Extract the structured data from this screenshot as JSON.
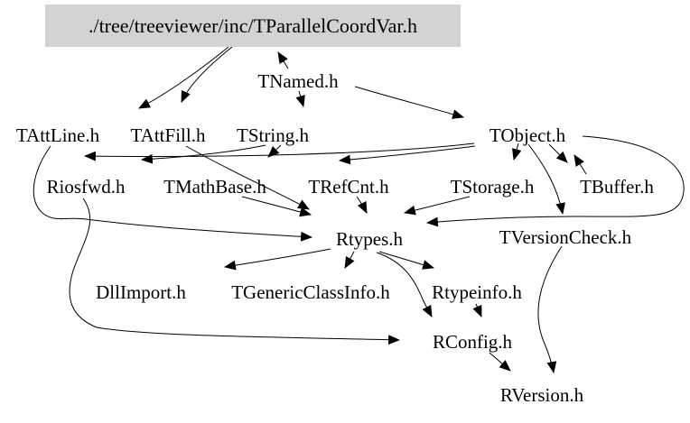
{
  "graph": {
    "type": "include-dependency-graph",
    "root": {
      "label": "./tree/treeviewer/inc/TParallelCoordVar.h",
      "highlight_bg": "#d3d3d3"
    },
    "colors": {
      "background": "#ffffff",
      "text": "#000000",
      "edge": "#000000",
      "root_fill": "#d3d3d3"
    },
    "nodes": [
      {
        "id": "root",
        "label": "./tree/treeviewer/inc/TParallelCoordVar.h"
      },
      {
        "id": "TNamed",
        "label": "TNamed.h"
      },
      {
        "id": "TAttLine",
        "label": "TAttLine.h"
      },
      {
        "id": "TAttFill",
        "label": "TAttFill.h"
      },
      {
        "id": "TString",
        "label": "TString.h"
      },
      {
        "id": "TObject",
        "label": "TObject.h"
      },
      {
        "id": "Riosfwd",
        "label": "Riosfwd.h"
      },
      {
        "id": "TMathBase",
        "label": "TMathBase.h"
      },
      {
        "id": "TRefCnt",
        "label": "TRefCnt.h"
      },
      {
        "id": "TStorage",
        "label": "TStorage.h"
      },
      {
        "id": "TBuffer",
        "label": "TBuffer.h"
      },
      {
        "id": "Rtypes",
        "label": "Rtypes.h"
      },
      {
        "id": "TVersionCheck",
        "label": "TVersionCheck.h"
      },
      {
        "id": "DllImport",
        "label": "DllImport.h"
      },
      {
        "id": "TGenericClassInfo",
        "label": "TGenericClassInfo.h"
      },
      {
        "id": "Rtypeinfo",
        "label": "Rtypeinfo.h"
      },
      {
        "id": "RConfig",
        "label": "RConfig.h"
      },
      {
        "id": "RVersion",
        "label": "RVersion.h"
      }
    ],
    "edges": [
      {
        "from": "root",
        "to": "TAttLine"
      },
      {
        "from": "root",
        "to": "TAttFill"
      },
      {
        "from": "TNamed",
        "to": "root"
      },
      {
        "from": "TNamed",
        "to": "TString"
      },
      {
        "from": "TNamed",
        "to": "TObject"
      },
      {
        "from": "TString",
        "to": "Riosfwd"
      },
      {
        "from": "TString",
        "to": "TMathBase"
      },
      {
        "from": "TObject",
        "to": "Riosfwd"
      },
      {
        "from": "TObject",
        "to": "TRefCnt"
      },
      {
        "from": "TObject",
        "to": "TStorage"
      },
      {
        "from": "TObject",
        "to": "TBuffer"
      },
      {
        "from": "TBuffer",
        "to": "TObject"
      },
      {
        "from": "TObject",
        "to": "TVersionCheck"
      },
      {
        "from": "TObject",
        "to": "Rtypes"
      },
      {
        "from": "TStorage",
        "to": "Rtypes"
      },
      {
        "from": "TRefCnt",
        "to": "Rtypes"
      },
      {
        "from": "TMathBase",
        "to": "Rtypes"
      },
      {
        "from": "TAttFill",
        "to": "Rtypes"
      },
      {
        "from": "TAttLine",
        "to": "Rtypes"
      },
      {
        "from": "Riosfwd",
        "to": "RConfig"
      },
      {
        "from": "Rtypes",
        "to": "DllImport"
      },
      {
        "from": "Rtypes",
        "to": "TGenericClassInfo"
      },
      {
        "from": "Rtypes",
        "to": "Rtypeinfo"
      },
      {
        "from": "Rtypes",
        "to": "RConfig"
      },
      {
        "from": "Rtypeinfo",
        "to": "RConfig"
      },
      {
        "from": "RConfig",
        "to": "RVersion"
      },
      {
        "from": "TVersionCheck",
        "to": "RVersion"
      }
    ]
  }
}
